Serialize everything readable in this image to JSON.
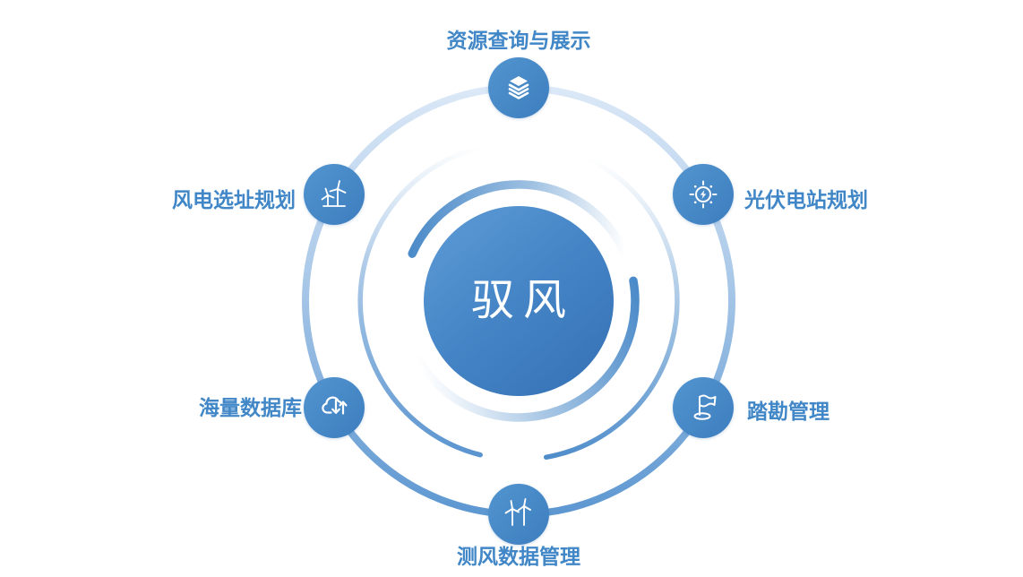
{
  "center": {
    "label": "驭风"
  },
  "nodes": [
    {
      "id": "resource-query",
      "label": "资源查询与展示",
      "icon": "layers-icon",
      "position": "top"
    },
    {
      "id": "pv-plant-planning",
      "label": "光伏电站规划",
      "icon": "sun-bolt-icon",
      "position": "right-top"
    },
    {
      "id": "survey-management",
      "label": "踏勘管理",
      "icon": "flag-icon",
      "position": "right-bottom"
    },
    {
      "id": "wind-data-mgmt",
      "label": "测风数据管理",
      "icon": "wind-turbine-icon",
      "position": "bottom"
    },
    {
      "id": "massive-database",
      "label": "海量数据库",
      "icon": "cloud-transfer-icon",
      "position": "left-bottom"
    },
    {
      "id": "wind-farm-siting",
      "label": "风电选址规划",
      "icon": "wind-farm-icon",
      "position": "left-top"
    }
  ],
  "colors": {
    "label_color": "#4187c7",
    "node_fill_start": "#5295cf",
    "node_fill_end": "#3d7dbf",
    "center_fill_start": "#5f9cd7",
    "center_fill_mid": "#4585c6",
    "center_fill_end": "#3470b4",
    "ring_top": "#d9e7f6",
    "ring_bottom": "#5d97d1",
    "swirl_blue": "#4c8bc9"
  }
}
